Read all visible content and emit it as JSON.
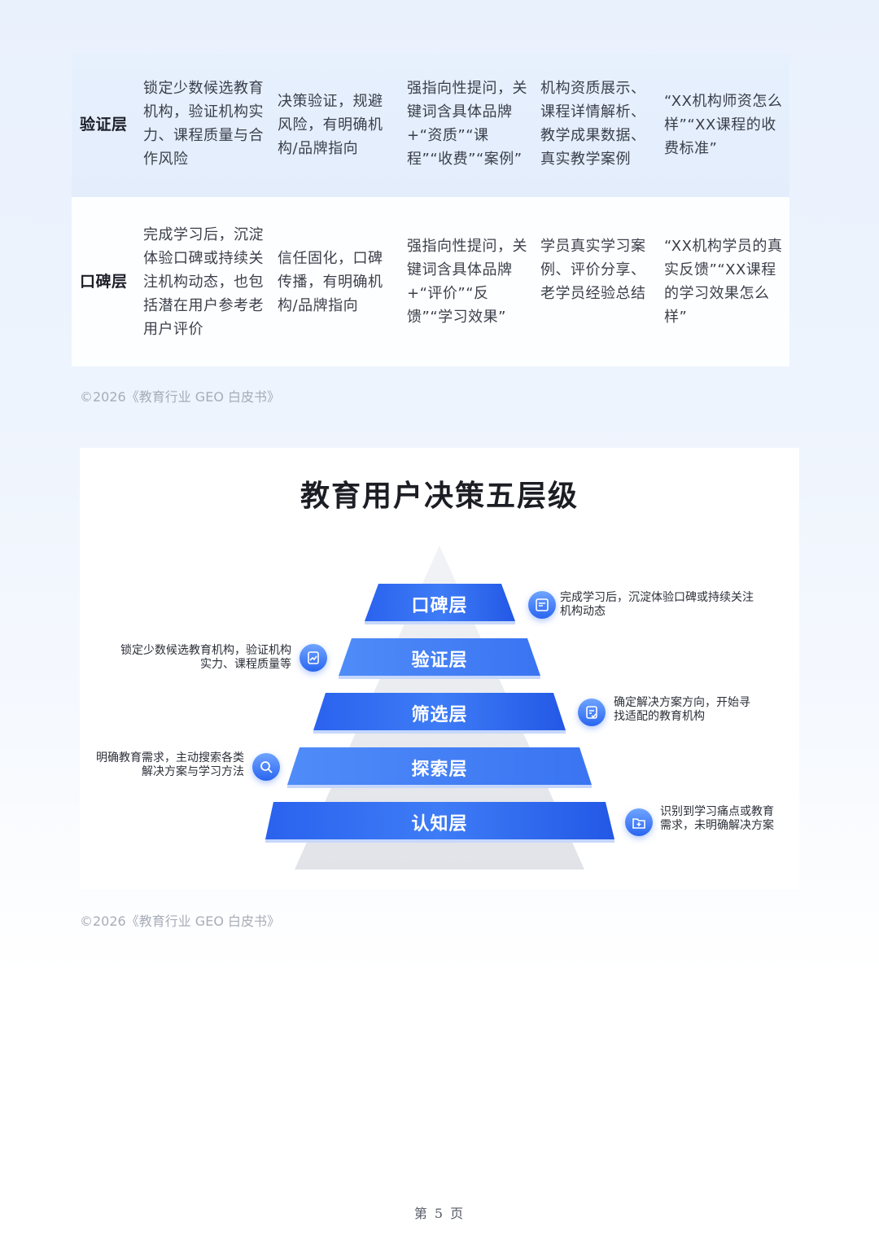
{
  "table": {
    "rows": [
      {
        "layer": "验证层",
        "c1": "锁定少数候选教育机构，验证机构实力、课程质量与合作风险",
        "c2": "决策验证，规避风险，有明确机构/品牌指向",
        "c3": "强指向性提问，关键词含具体品牌+“资质”“课程”“收费”“案例”",
        "c4": "机构资质展示、课程详情解析、教学成果数据、真实教学案例",
        "c5": "“XX机构师资怎么样”“XX课程的收费标准”"
      },
      {
        "layer": "口碑层",
        "c1": "完成学习后，沉淀体验口碑或持续关注机构动态，也包括潜在用户参考老用户评价",
        "c2": "信任固化，口碑传播，有明确机构/品牌指向",
        "c3": "强指向性提问，关键词含具体品牌+“评价”“反馈”“学习效果”",
        "c4": "学员真实学习案例、评价分享、老学员经验总结",
        "c5": "“XX机构学员的真实反馈”“XX课程的学习效果怎么样”"
      }
    ]
  },
  "caption1": "©2026《教育行业 GEO 白皮书》",
  "pyramid": {
    "title": "教育用户决策五层级",
    "layers": [
      {
        "label": "口碑层",
        "desc": "完成学习后，沉淀体验口碑或持续关注机构动态",
        "icon": "feedback-icon",
        "side": "right"
      },
      {
        "label": "验证层",
        "desc": "锁定少数候选教育机构，验证机构实力、课程质量等",
        "icon": "chart-doc-icon",
        "side": "left"
      },
      {
        "label": "筛选层",
        "desc": "确定解决方案方向，开始寻找适配的教育机构",
        "icon": "checklist-icon",
        "side": "right"
      },
      {
        "label": "探索层",
        "desc": "明确教育需求，主动搜索各类解决方案与学习方法",
        "icon": "search-icon",
        "side": "left"
      },
      {
        "label": "认知层",
        "desc": "识别到学习痛点或教育需求，未明确解决方案",
        "icon": "folder-icon",
        "side": "right"
      }
    ]
  },
  "caption2": "©2026《教育行业 GEO 白皮书》",
  "page_number": "第 5 页",
  "colors": {
    "accent": "#2a66f0",
    "accent_light": "#6fa4ff",
    "row_tint": "#e4eefc"
  }
}
